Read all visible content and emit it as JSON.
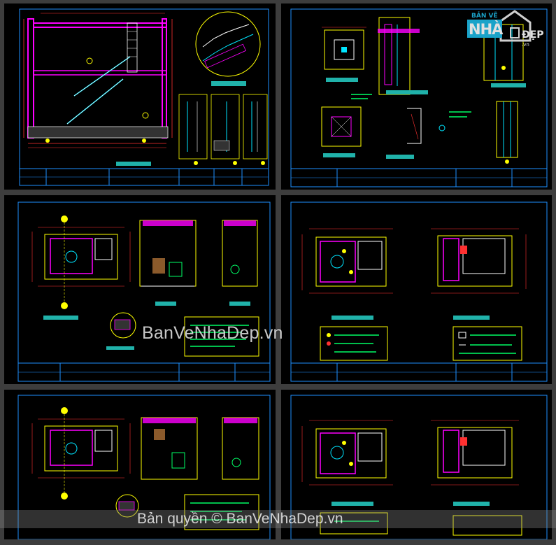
{
  "watermark": {
    "center": "BanVeNhaDep.vn",
    "bottom": "Bản quyền © BanVeNhaDep.vn"
  },
  "logo": {
    "top_text": "BẢN VẼ",
    "main_text": "NHÀ",
    "sub_text": "ĐẸP",
    "domain": ".vn",
    "icon": "house-icon"
  },
  "colors": {
    "background": "#000000",
    "separator": "#3d3d3d",
    "sheet_border": "#1e90ff",
    "dimension": "#ff3030",
    "wall": "#ff00ff",
    "fixture": "#ffff00",
    "annotation": "#00e5ff",
    "label_box": "#20b2aa",
    "text": "#ffffff",
    "green": "#00ff66"
  }
}
